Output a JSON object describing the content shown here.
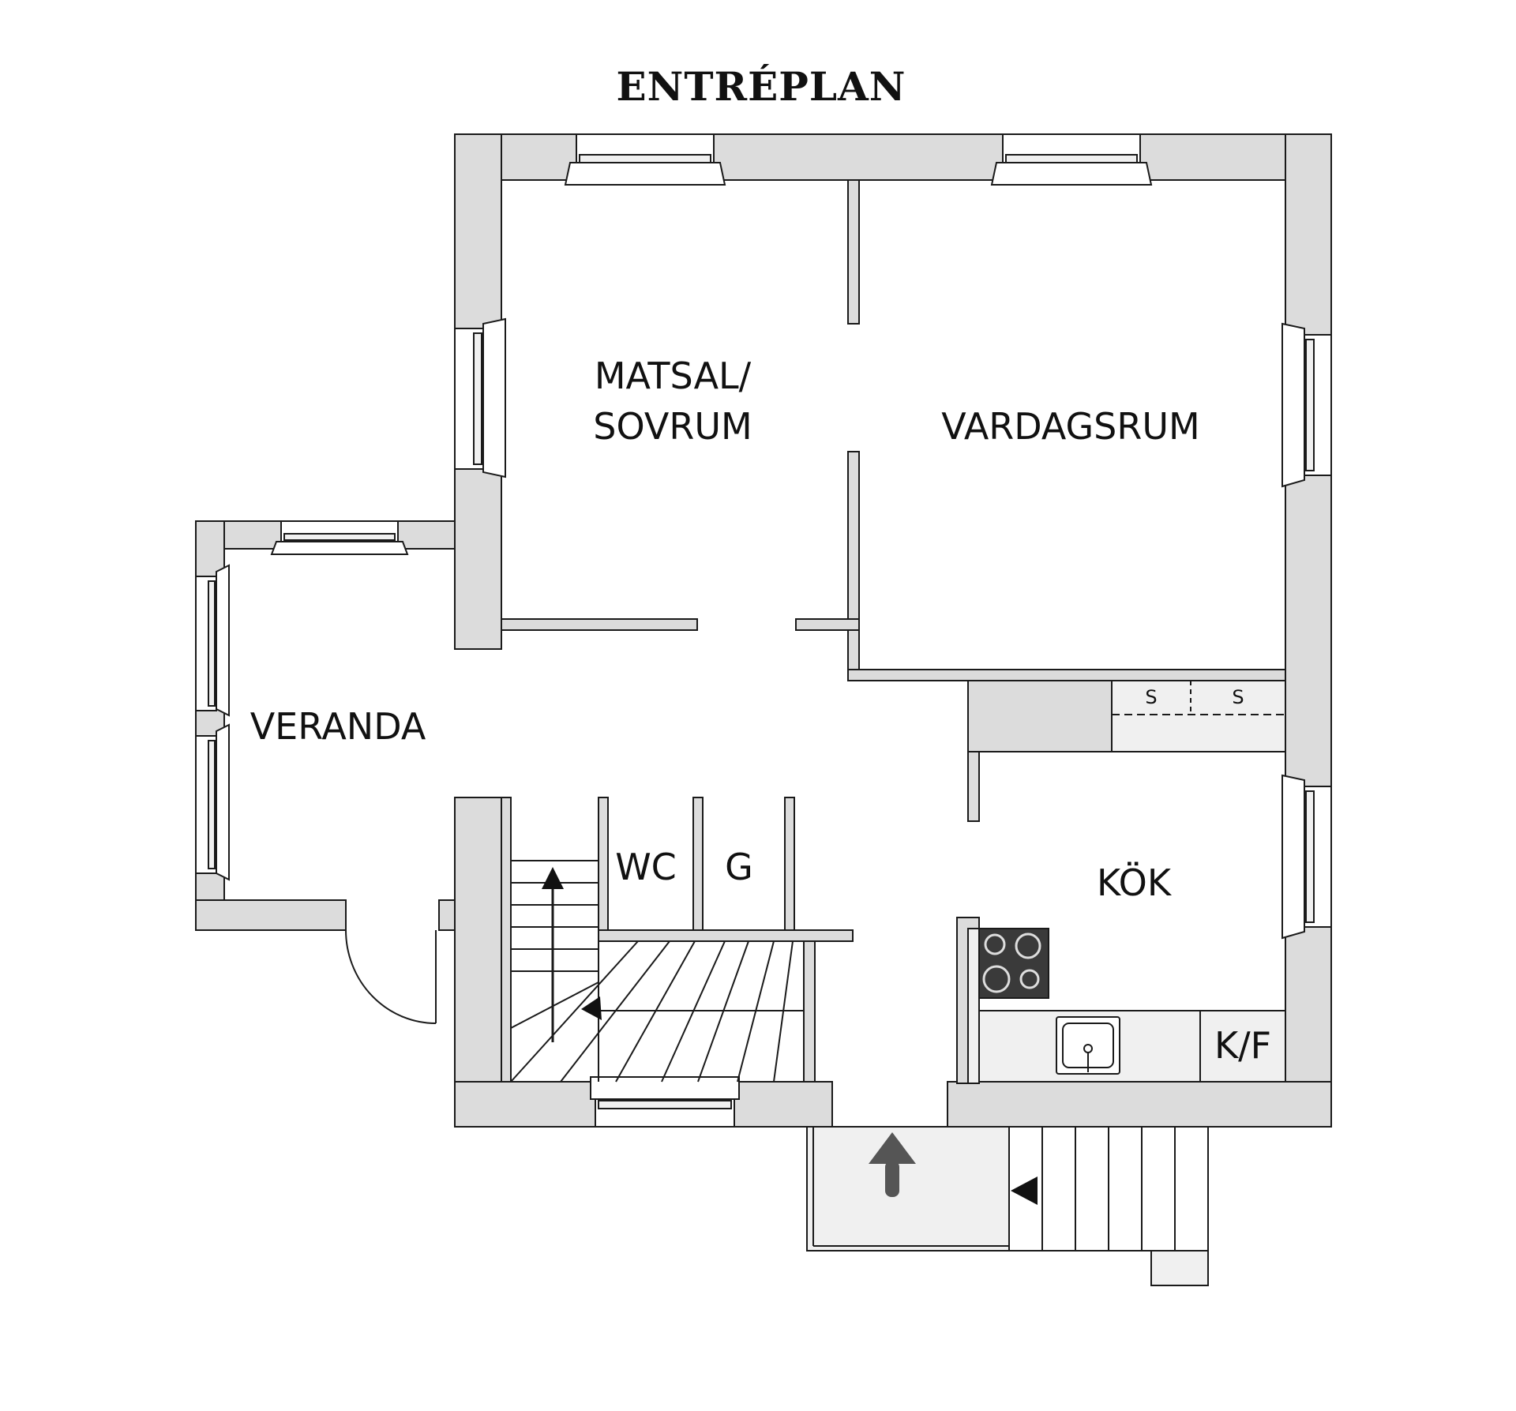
{
  "title": "ENTRÉPLAN",
  "rooms": {
    "matsal_line1": "MATSAL/",
    "matsal_line2": "SOVRUM",
    "vardagsrum": "VARDAGSRUM",
    "veranda": "VERANDA",
    "wc": "WC",
    "g": "G",
    "kok": "KÖK",
    "kf": "K/F"
  },
  "closet_labels": [
    "S",
    "S"
  ],
  "colors": {
    "wall": "#dcdcdc",
    "outline": "#1a1a1a",
    "fixture_fill": "#f0f0f0",
    "stove": "#3a3a3a",
    "entry_arrow": "#555555"
  },
  "icons": [
    "stair-arrow-icon",
    "entry-arrow-icon",
    "stove-icon",
    "sink-icon"
  ]
}
